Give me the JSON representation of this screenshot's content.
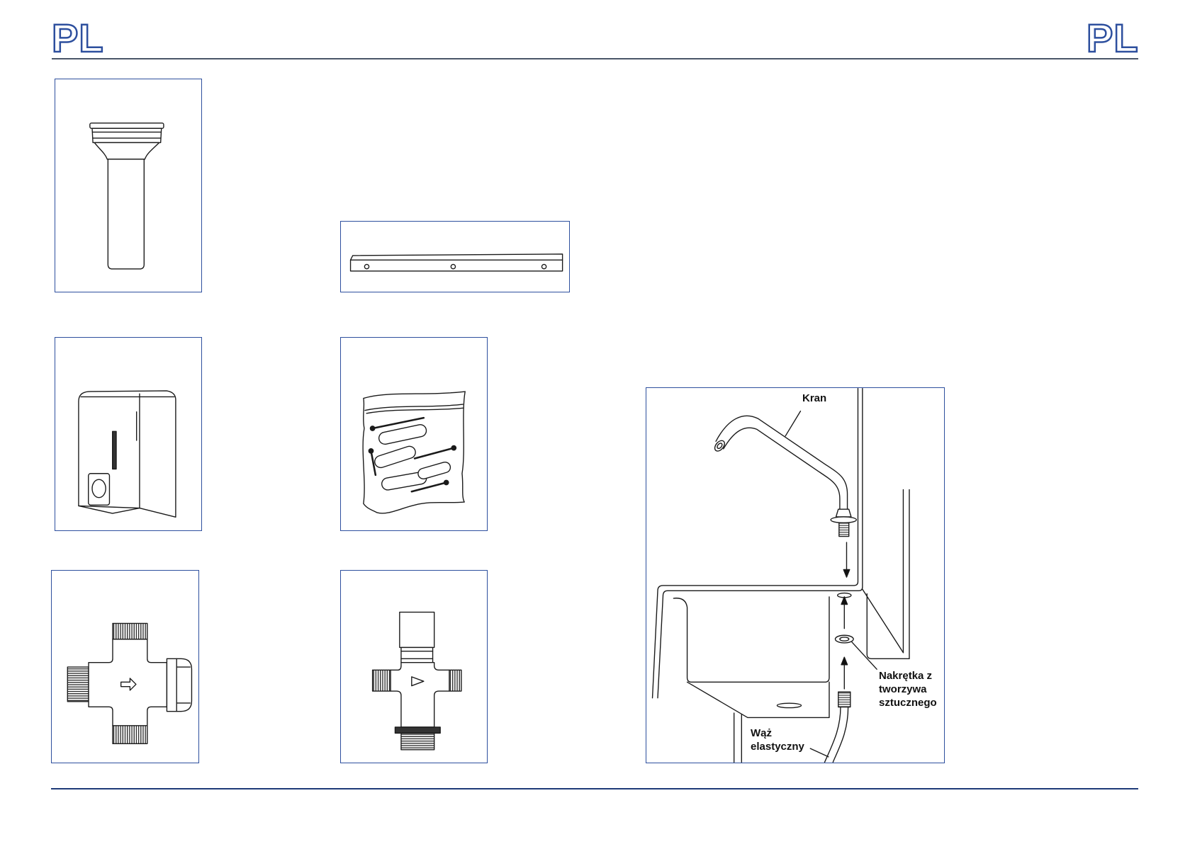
{
  "header": {
    "lang_left": "PL",
    "lang_right": "PL"
  },
  "diagram": {
    "faucet_label": "Kran",
    "nut_label": [
      "Nakrętka z",
      "tworzywa",
      "sztucznego"
    ],
    "hose_label": [
      "Wąż",
      "elastyczny"
    ]
  },
  "colors": {
    "frame": "#2d4f9e",
    "logo_outline": "#2d4f9e",
    "top_rule": "#4a5568",
    "bottom_rule": "#1e3a78"
  }
}
